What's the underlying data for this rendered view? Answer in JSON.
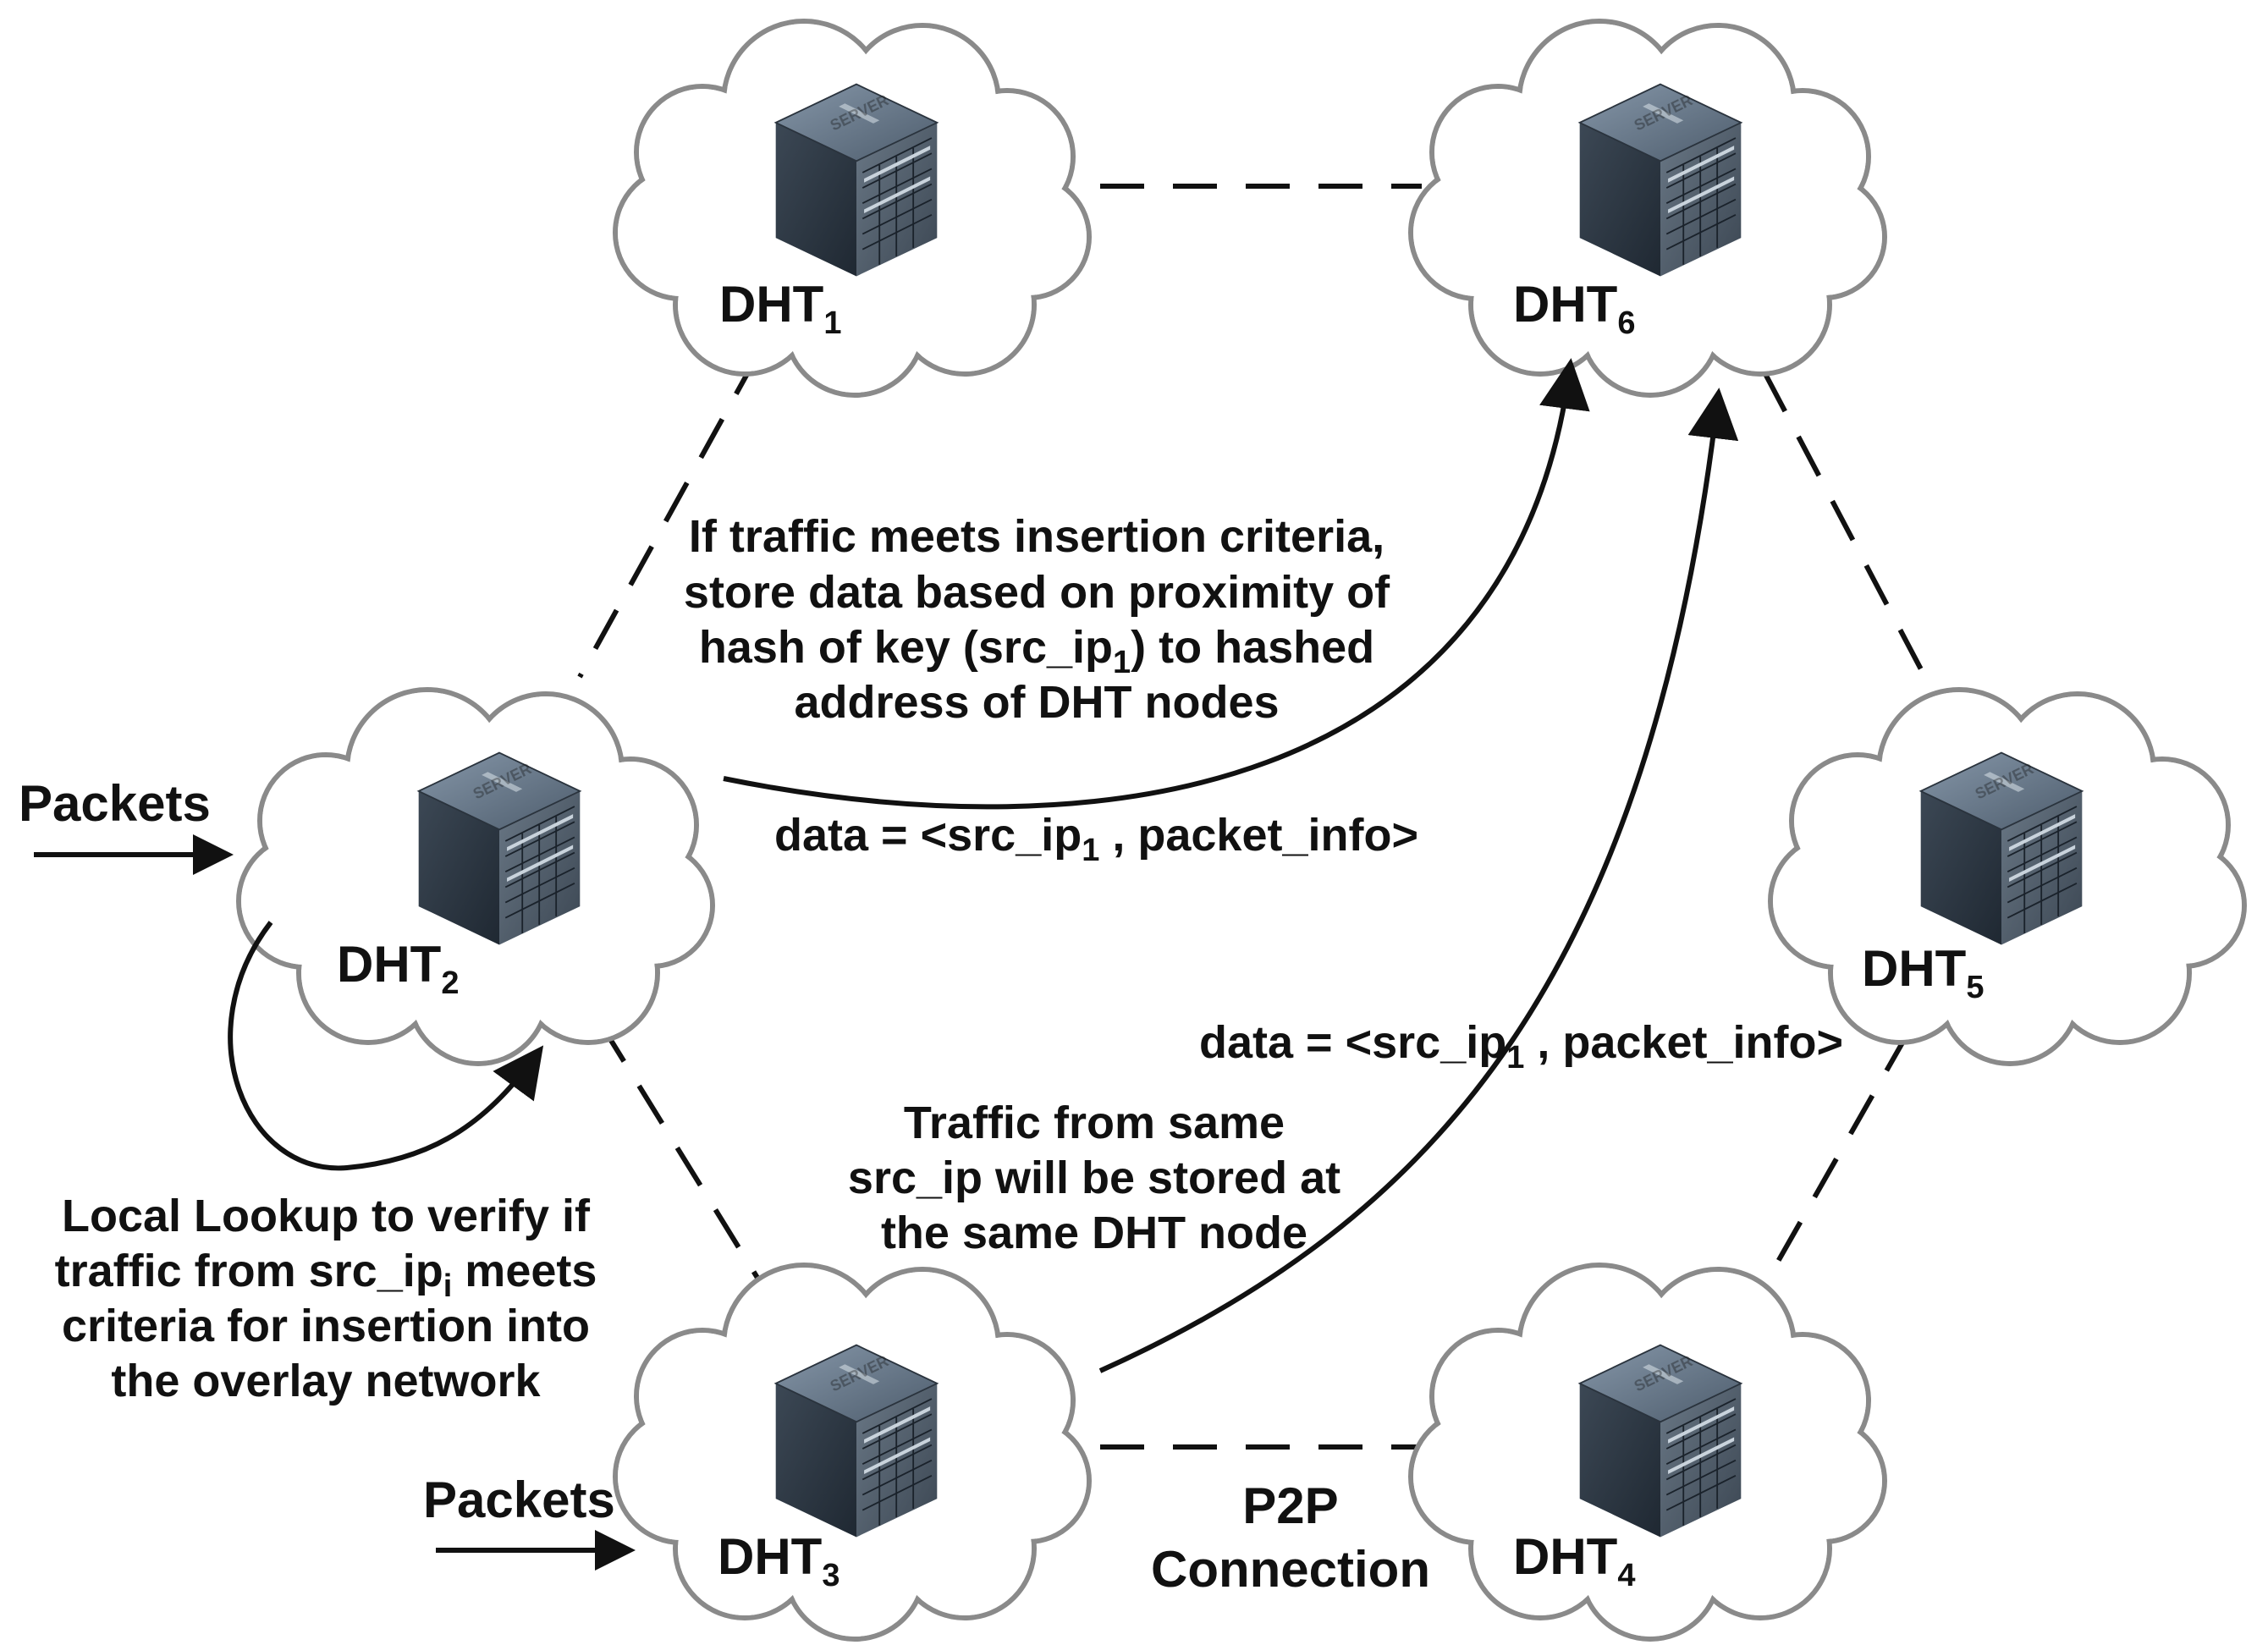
{
  "nodes": [
    {
      "id": "DHT1",
      "base": "DHT",
      "sub": "1"
    },
    {
      "id": "DHT2",
      "base": "DHT",
      "sub": "2"
    },
    {
      "id": "DHT3",
      "base": "DHT",
      "sub": "3"
    },
    {
      "id": "DHT4",
      "base": "DHT",
      "sub": "4"
    },
    {
      "id": "DHT5",
      "base": "DHT",
      "sub": "5"
    },
    {
      "id": "DHT6",
      "base": "DHT",
      "sub": "6"
    }
  ],
  "server_label": "SERVER",
  "packets_label": "Packets",
  "insertion_note": {
    "line1": "If traffic meets insertion criteria,",
    "line2": "store data based on proximity of",
    "line3_pre": "hash of key (src_ip",
    "line3_sub": "1",
    "line3_post": ") to hashed",
    "line4": "address of DHT nodes"
  },
  "data_label": {
    "pre": "data = <src_ip",
    "sub": "1",
    "post": " , packet_info>"
  },
  "same_node_note": {
    "line1": "Traffic from same",
    "line2": "src_ip will be stored at",
    "line3": "the same DHT node"
  },
  "local_lookup_note": {
    "line1": "Local Lookup to verify if",
    "line2_pre": "traffic from src_ip",
    "line2_sub": "i",
    "line2_post": " meets",
    "line3": "criteria for insertion into",
    "line4": "the overlay network"
  },
  "p2p_label": {
    "line1": "P2P",
    "line2": "Connection"
  }
}
